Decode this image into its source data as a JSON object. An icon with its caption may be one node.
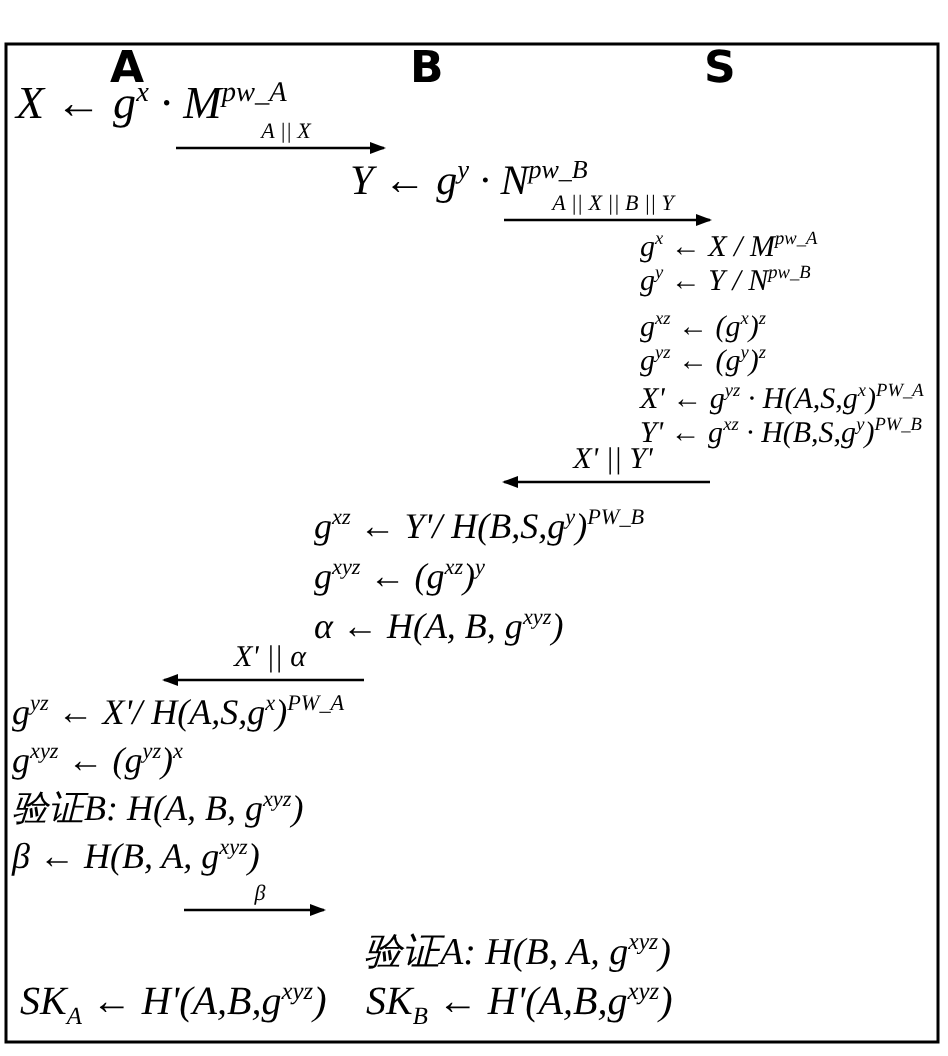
{
  "diagram": {
    "nodes": [
      {
        "text": [
          "X ← g$^{x}$ · M$^{pw_A}$"
        ]
      },
      {
        "text": [
          "Y ← g$^{y}$ · N$^{pw_B}$"
        ]
      },
      {
        "text": [
          "g$^{x}$ ← X / M$^{pw_A}$",
          "g$^{y}$ ← Y / N$^{pw_B}$",
          "g$^{xz}$ ← (g$^{x}$)$^{z}$",
          "g$^{yz}$ ← (g$^{y}$)$^{z}$",
          "X' ← g$^{yz}$ · H(A,S,g$^{x}$)$^{PW_A}$",
          "Y' ← g$^{xz}$ · H(B,S,g$^{y}$)$^{PW_B}$"
        ]
      },
      {
        "text": [
          "g$^{xz}$ ← Y'/ H(B,S,g$^{y}$)$^{PW_B}$",
          "g$^{xyz}$ ← (g$^{xz}$)$^{y}$",
          "α ← H(A, B, g$^{xyz}$)"
        ]
      },
      {
        "text": [
          "g$^{yz}$ ← X'/ H(A,S,g$^{x}$)$^{PW_A}$",
          "g$^{xyz}$ ← (g$^{yz}$)$^{x}$",
          "验证B: H(A, B, g$^{xyz}$)",
          "β ← H(B, A, g$^{xyz}$)"
        ]
      },
      {
        "text": [
          "验证A: H(B, A, g$^{xyz}$)"
        ]
      }
    ],
    "edges": [
      {
        "from": 0,
        "to": 1,
        "arrow": "to",
        "label": "A || X"
      },
      {
        "from": 1,
        "to": 2,
        "arrow": "to",
        "label": "A || X || B || Y"
      },
      {
        "from": 2,
        "to": 3,
        "arrow": "to",
        "label": "X' || Y'"
      },
      {
        "from": 3,
        "to": 4,
        "arrow": "to",
        "label": "X' || α"
      },
      {
        "from": 4,
        "to": 5,
        "arrow": "to",
        "label": "β"
      }
    ],
    "labels": [
      "A",
      "B",
      "S",
      "SK$_{A}$ ← H'(A,B,g$^{xyz}$)",
      "SK$_{B}$ ← H'(A,B,g$^{xyz}$)"
    ]
  }
}
